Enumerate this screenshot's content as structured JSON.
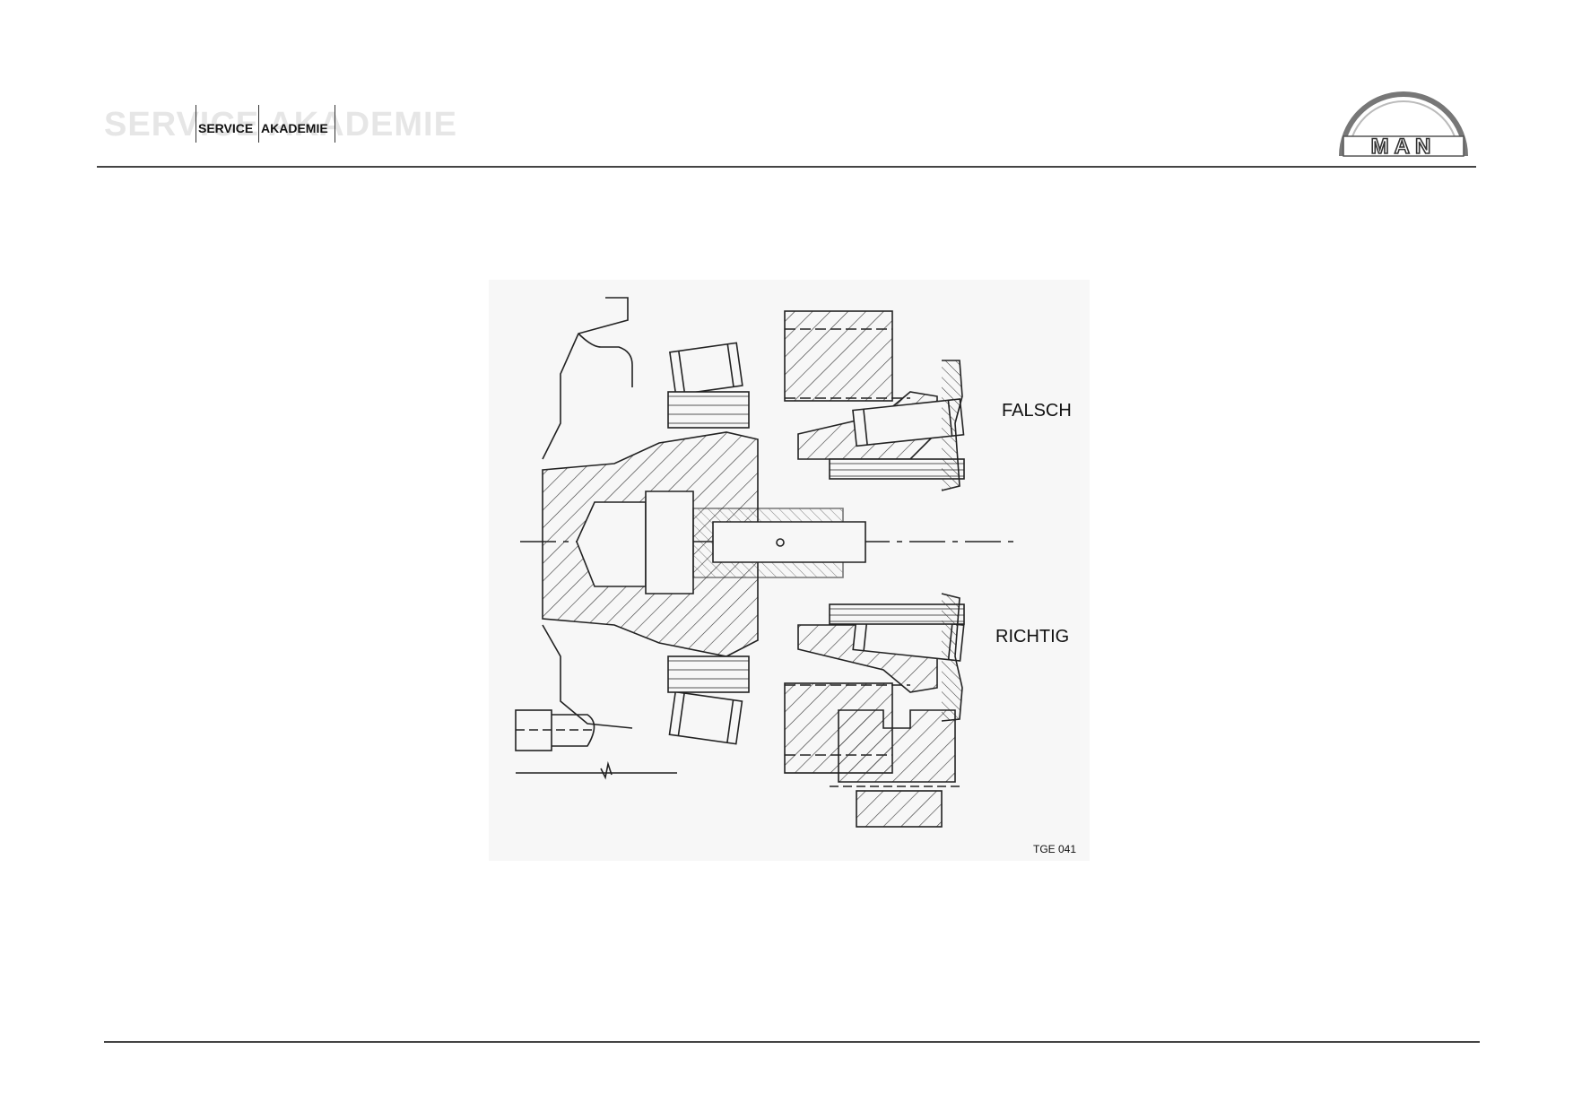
{
  "header": {
    "watermark_text": "SERVICE AKADEMIE",
    "service_label": "SERVICE",
    "akademie_label": "AKADEMIE"
  },
  "logo": {
    "text": "MAN"
  },
  "figure": {
    "label_falsch": "FALSCH",
    "label_richtig": "RICHTIG",
    "code": "TGE 041"
  }
}
